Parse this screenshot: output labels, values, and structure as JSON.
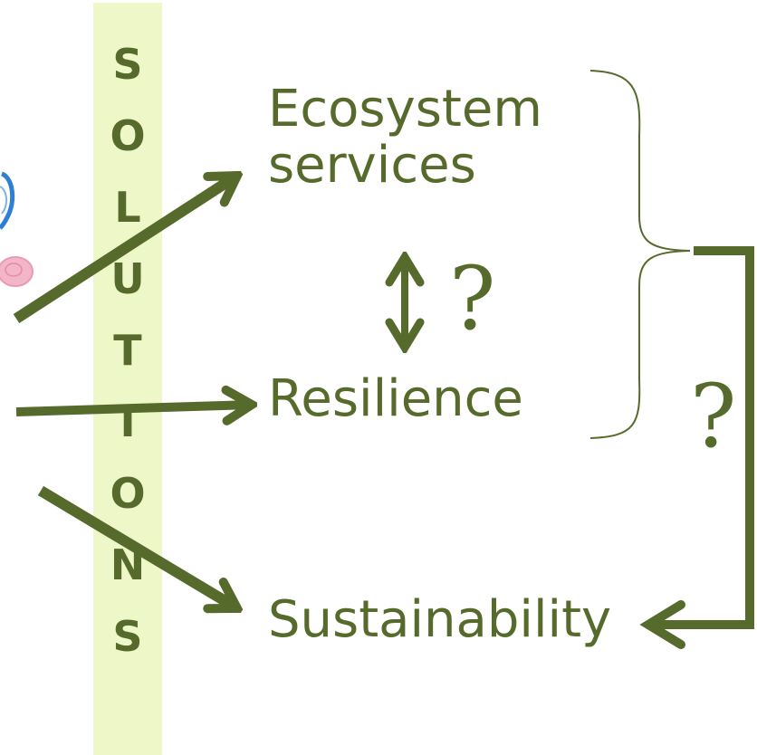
{
  "solutions_column": {
    "letters": [
      "S",
      "O",
      "L",
      "U",
      "T",
      "I",
      "O",
      "N",
      "S"
    ]
  },
  "nodes": {
    "ecosystem_services": {
      "line1": "Ecosystem",
      "line2": "services"
    },
    "resilience": "Resilience",
    "sustainability": "Sustainability"
  },
  "question_marks": {
    "between_services_and_resilience": "?",
    "on_bracket_to_sustainability": "?"
  },
  "colors": {
    "text_and_arrows": "#566b2b",
    "solutions_band": "#eef7c8",
    "circle_blue": "#2f7fd4",
    "circle_pink": "#e99bb3"
  }
}
